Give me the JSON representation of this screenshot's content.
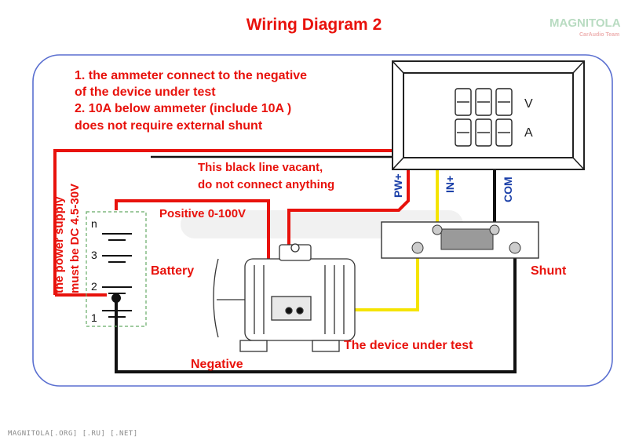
{
  "title": "Wiring Diagram 2",
  "watermark_logo": {
    "brand": "MAGNITOLA",
    "sub": "CarAudio Team"
  },
  "notes": {
    "line1": "1. the ammeter connect to the negative",
    "line2": "of the device under test",
    "line3": "2. 10A below ammeter (include 10A )",
    "line4": "does not require external shunt"
  },
  "vacant_note": {
    "line1": "This black line vacant,",
    "line2": "do not connect anything"
  },
  "power_note": {
    "line1": "the power supply",
    "line2": "must be DC 4.5-30V"
  },
  "labels": {
    "positive": "Positive 0-100V",
    "battery": "Battery",
    "shunt": "Shunt",
    "device": "The device under test",
    "negative": "Negative"
  },
  "meter": {
    "unit_top": "V",
    "unit_bottom": "A",
    "pins": [
      "PW+",
      "IN+",
      "COM"
    ]
  },
  "battery_cells": [
    "n",
    "3",
    "2",
    "1"
  ],
  "footer": "MAGNITOLA[.ORG] [.RU] [.NET]",
  "colors": {
    "title": "#e8120c",
    "wire_red": "#e8120c",
    "wire_yellow": "#f5e400",
    "wire_black": "#111111",
    "border_blue": "#5a6fd0",
    "pin_label": "#1a3fa8"
  }
}
